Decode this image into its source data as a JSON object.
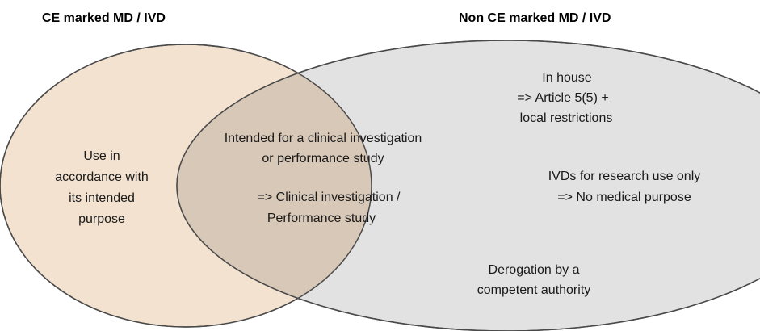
{
  "diagram": {
    "colors": {
      "left_fill": "#f2e2cf",
      "right_fill": "#e2e2e2",
      "overlap_fill": "#d8c8b8",
      "stroke": "#4a4a4a"
    },
    "left_set": {
      "title": "CE marked MD / IVD",
      "text": [
        "Use in",
        "accordance with",
        "its intended",
        "purpose"
      ]
    },
    "right_set": {
      "title": "Non CE marked MD / IVD",
      "in_house": [
        "In house",
        "=> Article 5(5) +",
        "local restrictions"
      ],
      "research": [
        "IVDs for research use only",
        "=> No medical purpose"
      ],
      "derogation": [
        "Derogation by a",
        "competent authority"
      ]
    },
    "overlap": {
      "text": [
        "Intended for a clinical investigation",
        "or performance study",
        "=> Clinical investigation /",
        "Performance study"
      ]
    }
  }
}
